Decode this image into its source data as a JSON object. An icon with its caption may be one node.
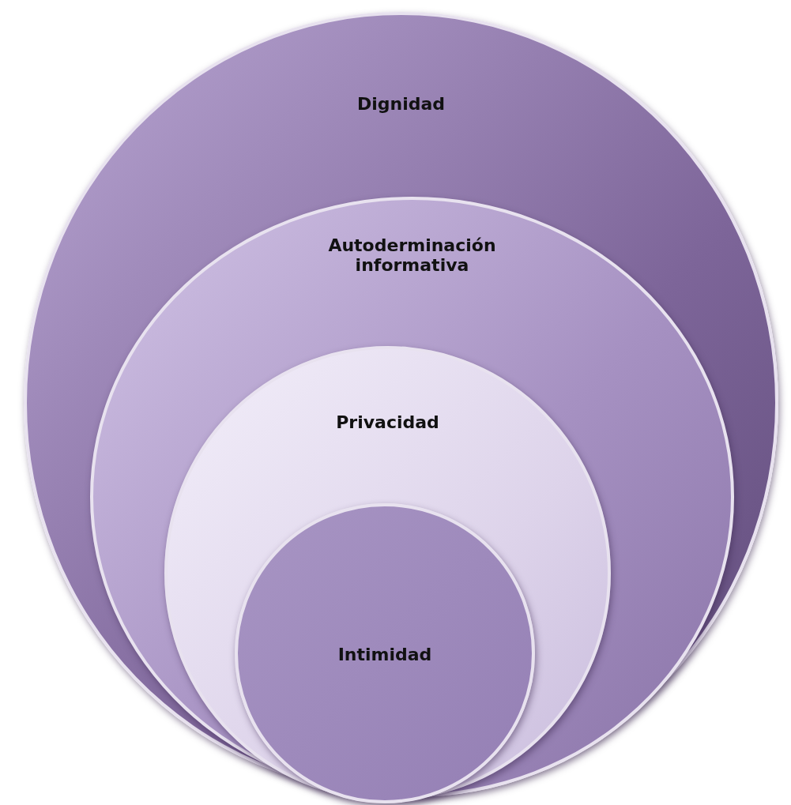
{
  "diagram": {
    "nodes": [
      {
        "text": [
          "Dignidad"
        ]
      },
      {
        "text": [
          "Autoderminación informativa"
        ],
        "in": 0
      },
      {
        "text": [
          "Privacidad"
        ],
        "in": 1
      },
      {
        "text": [
          "Intimidad"
        ],
        "in": 2
      }
    ]
  }
}
